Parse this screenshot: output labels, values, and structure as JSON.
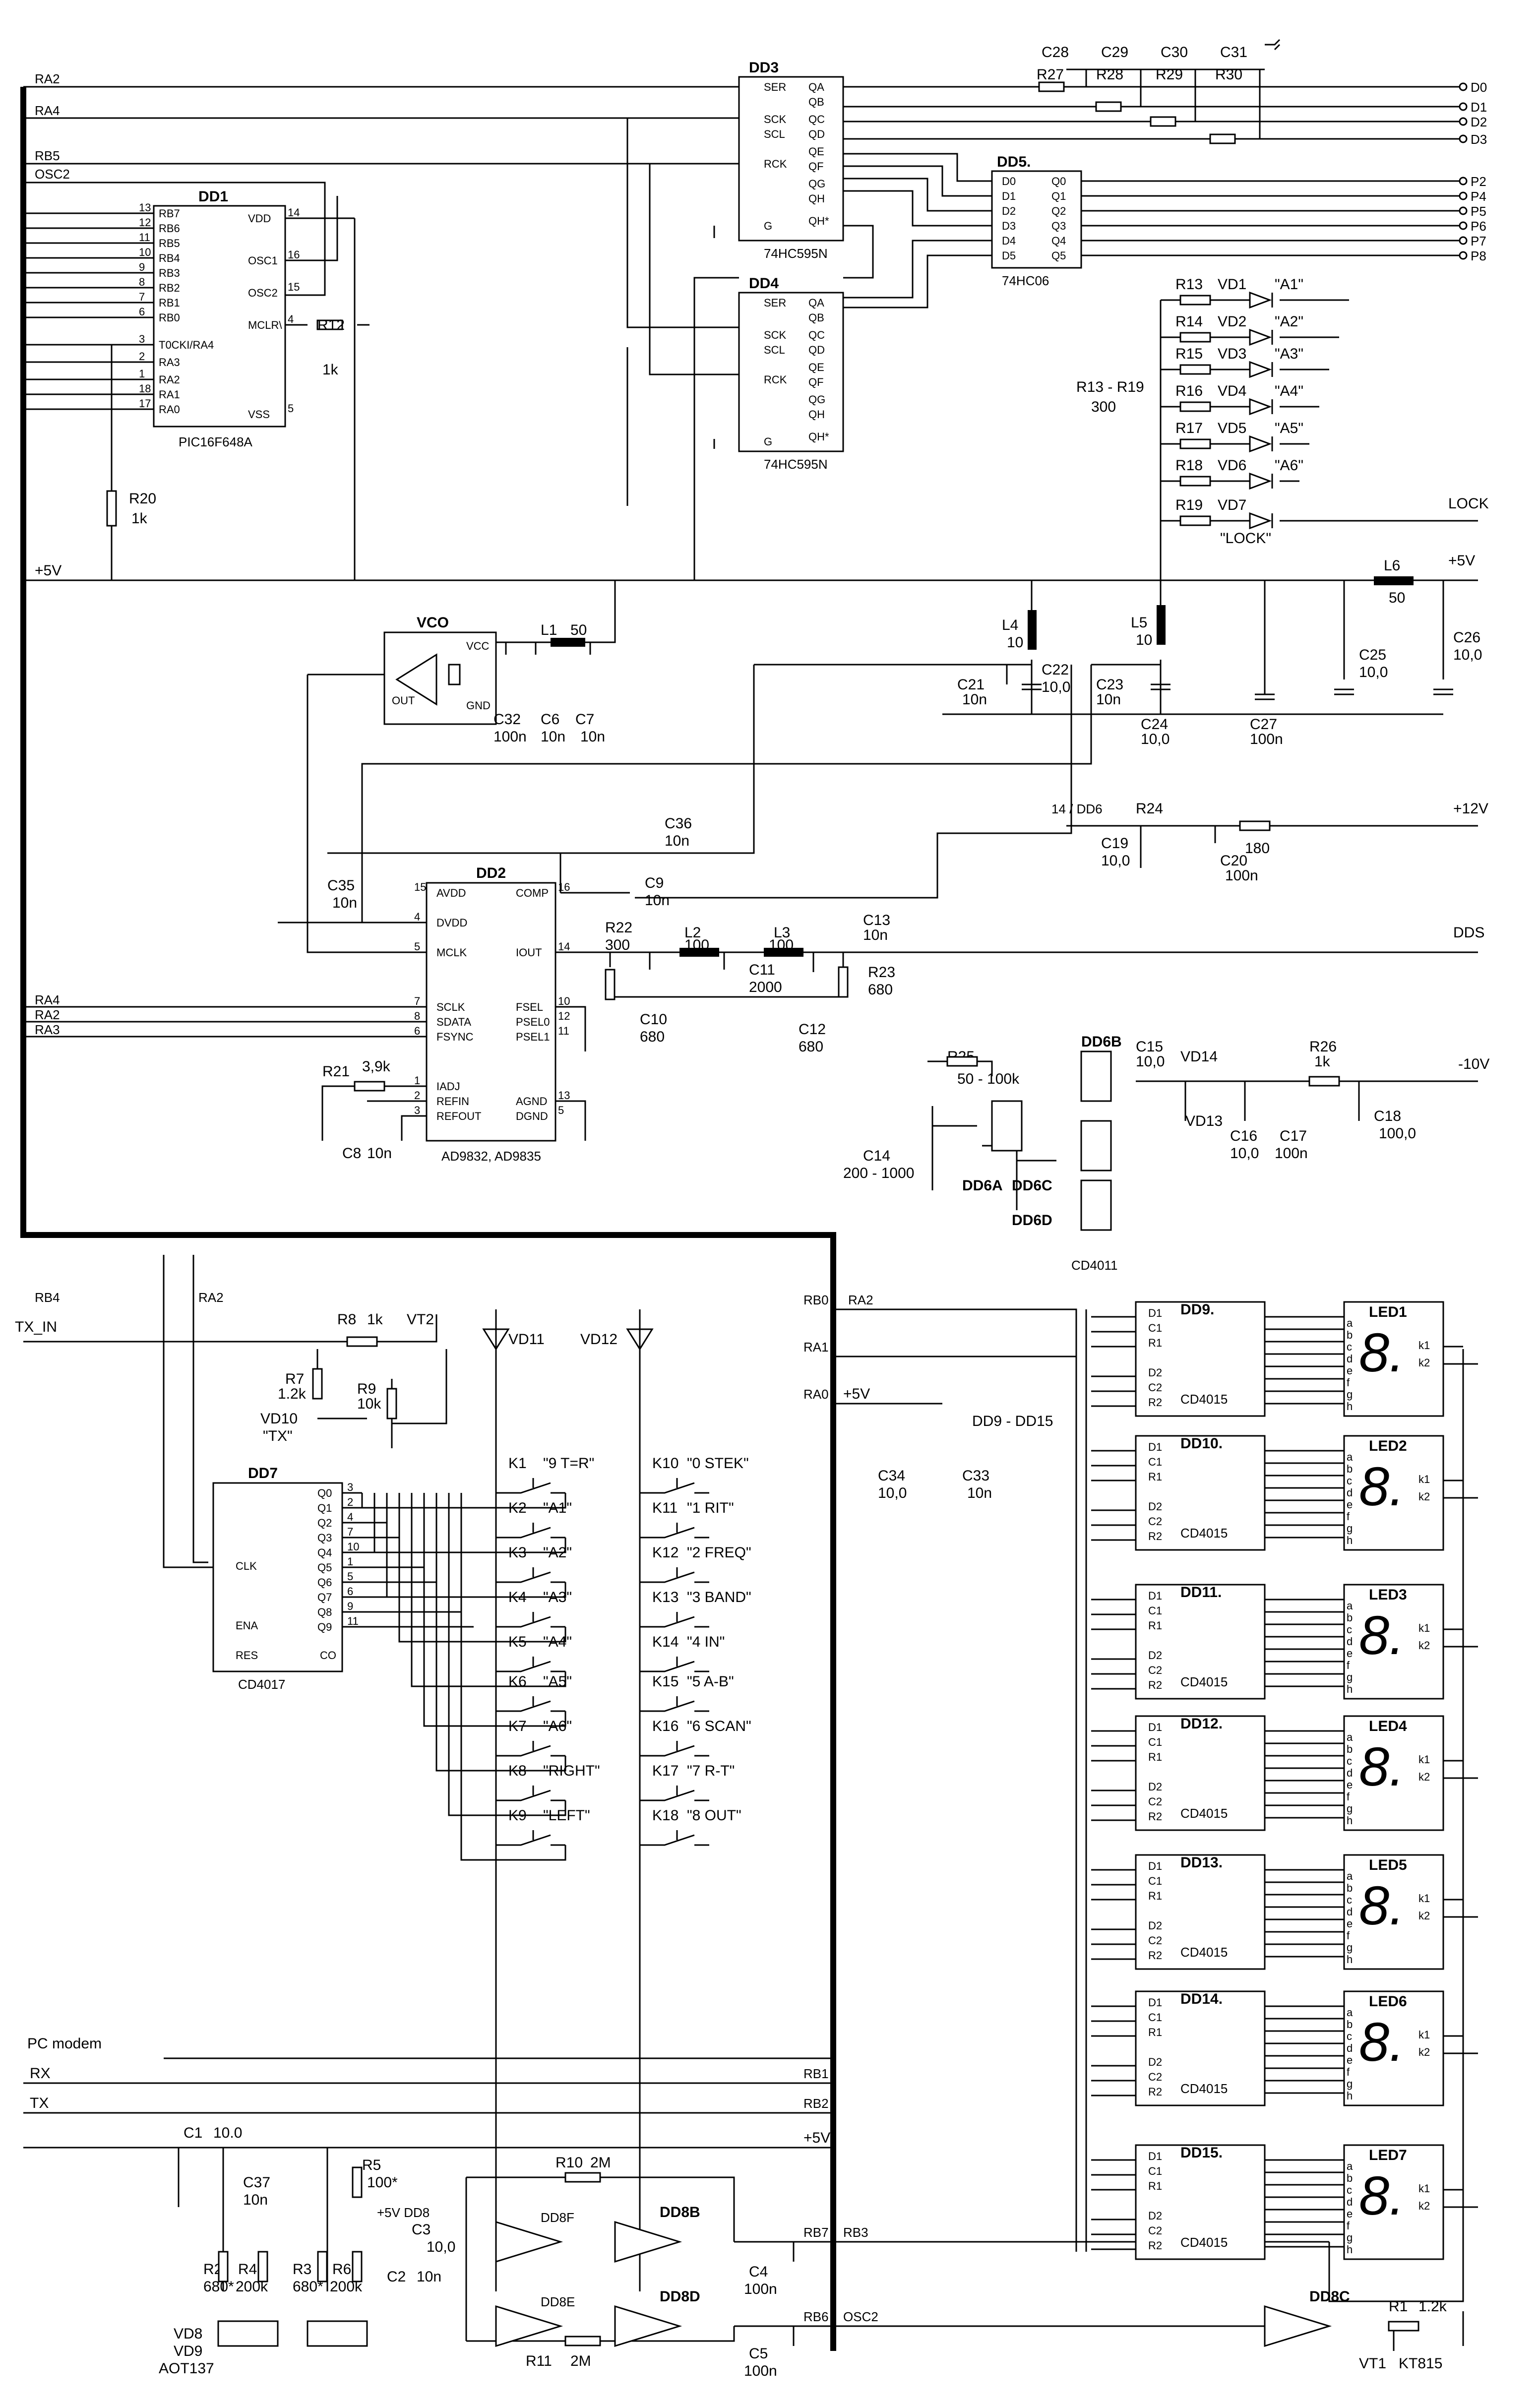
{
  "net_labels": {
    "ra2": "RA2",
    "ra4": "RA4",
    "rb5": "RB5",
    "osc2": "OSC2",
    "rb7": "RB7",
    "rb6": "RB6",
    "rb4": "RB4",
    "rb3": "RB3",
    "rb2": "RB2",
    "rb1": "RB1",
    "rb0": "RB0",
    "ra3": "RA3",
    "ra1": "RA1",
    "ra0": "RA0",
    "plus5": "+5V",
    "plus12": "+12V",
    "minus10": "-10V",
    "dds": "DDS",
    "lock": "LOCK",
    "tx_in": "TX_IN",
    "rx": "RX",
    "tx": "TX",
    "pc_modem": "PC modem",
    "dd6_14": "14 / DD6",
    "dd9_15": "DD9 - DD15",
    "plus5_dd8": "+5V DD8"
  },
  "outputs": {
    "d": [
      "D0",
      "D1",
      "D2",
      "D3"
    ],
    "p": [
      "P2",
      "P4",
      "P5",
      "P6",
      "P7",
      "P8"
    ]
  },
  "chips": {
    "dd1": {
      "ref": "DD1",
      "part": "PIC16F648A",
      "left": [
        "RB7",
        "RB6",
        "RB5",
        "RB4",
        "RB3",
        "RB2",
        "RB1",
        "RB0",
        "T0CKI/RA4",
        "RA3",
        "RA2",
        "RA1",
        "RA0"
      ],
      "left_pins": [
        "13",
        "12",
        "11",
        "10",
        "9",
        "8",
        "7",
        "6",
        "3",
        "2",
        "1",
        "18",
        "17"
      ],
      "right": [
        "VDD",
        "OSC1",
        "OSC2",
        "MCLR\\",
        "VSS"
      ],
      "right_pins": [
        "14",
        "16",
        "15",
        "4",
        "5"
      ]
    },
    "dd3": {
      "ref": "DD3",
      "part": "74HC595N"
    },
    "dd4": {
      "ref": "DD4",
      "part": "74HC595N"
    },
    "sr_left": [
      "SER",
      "SCK",
      "SCL",
      "RCK",
      "G"
    ],
    "sr_right": [
      "QA",
      "QB",
      "QC",
      "QD",
      "QE",
      "QF",
      "QG",
      "QH",
      "QH*"
    ],
    "dd5": {
      "ref": "DD5.",
      "part": "74HC06",
      "d": [
        "D0",
        "D1",
        "D2",
        "D3",
        "D4",
        "D5"
      ],
      "q": [
        "Q0",
        "Q1",
        "Q2",
        "Q3",
        "Q4",
        "Q5"
      ]
    },
    "vco": {
      "ref": "VCO",
      "vcc": "VCC",
      "out": "OUT",
      "gnd": "GND"
    },
    "dd2": {
      "ref": "DD2",
      "part": "AD9832, AD9835",
      "left": [
        "AVDD",
        "DVDD",
        "MCLK",
        "SCLK",
        "SDATA",
        "FSYNC",
        "IADJ",
        "REFIN",
        "REFOUT"
      ],
      "left_pins": [
        "15",
        "4",
        "5",
        "7",
        "8",
        "6",
        "1",
        "2",
        "3"
      ],
      "right": [
        "COMP",
        "IOUT",
        "FSEL",
        "PSEL0",
        "PSEL1",
        "AGND",
        "DGND"
      ],
      "right_pins": [
        "16",
        "14",
        "10",
        "12",
        "11",
        "13",
        "5"
      ]
    },
    "dd6": {
      "a": "DD6A",
      "b": "DD6B",
      "c": "DD6C",
      "d": "DD6D",
      "part": "CD4011"
    },
    "dd7": {
      "ref": "DD7",
      "part": "CD4017",
      "q": [
        "Q0",
        "Q1",
        "Q2",
        "Q3",
        "Q4",
        "Q5",
        "Q6",
        "Q7",
        "Q8",
        "Q9"
      ],
      "q_pins": [
        "3",
        "2",
        "4",
        "7",
        "10",
        "1",
        "5",
        "6",
        "9",
        "11"
      ],
      "clk": "CLK",
      "ena": "ENA",
      "res": "RES",
      "co": "CO"
    },
    "dd8": {
      "b": "DD8B",
      "d": "DD8D",
      "c": "DD8C",
      "e": "DD8E",
      "f": "DD8F"
    },
    "display_drivers": [
      "DD9.",
      "DD10.",
      "DD11.",
      "DD12.",
      "DD13.",
      "DD14.",
      "DD15."
    ],
    "display_part": "CD4015",
    "drv_pins": [
      "D1",
      "C1",
      "R1",
      "D2",
      "C2",
      "R2"
    ],
    "leds": [
      "LED1",
      "LED2",
      "LED3",
      "LED4",
      "LED5",
      "LED6",
      "LED7"
    ],
    "seg_letters": [
      "a",
      "b",
      "c",
      "d",
      "e",
      "f",
      "g",
      "h"
    ],
    "led_k": [
      "k1",
      "k2"
    ],
    "led_glyph": "8."
  },
  "passives": {
    "r27": "R27",
    "r28": "R28",
    "r29": "R29",
    "r30": "R30",
    "c28": "C28",
    "c29": "C29",
    "c30": "C30",
    "c31": "C31",
    "r12": "R12",
    "r12v": "1k",
    "r20": "R20",
    "r20v": "1k",
    "led_r": [
      "R13",
      "R14",
      "R15",
      "R16",
      "R17",
      "R18",
      "R19"
    ],
    "led_vd": [
      "VD1",
      "VD2",
      "VD3",
      "VD4",
      "VD5",
      "VD6",
      "VD7"
    ],
    "led_names": [
      "\"A1\"",
      "\"A2\"",
      "\"A3\"",
      "\"A4\"",
      "\"A5\"",
      "\"A6\"",
      "\"LOCK\""
    ],
    "r13_19": "R13 - R19",
    "r13_19v": "300",
    "l1": "L1",
    "l1v": "50",
    "l4": "L4",
    "l4v": "10",
    "l5": "L5",
    "l5v": "10",
    "l6": "L6",
    "l6v": "50",
    "c32": "C32",
    "c32v": "100n",
    "c6": "C6",
    "c6v": "10n",
    "c7": "C7",
    "c7v": "10n",
    "c21": "C21",
    "c21v": "10n",
    "c22": "C22",
    "c22v": "10,0",
    "c23": "C23",
    "c23v": "10n",
    "c24": "C24",
    "c24v": "10,0",
    "c27": "C27",
    "c27v": "100n",
    "c25": "C25",
    "c25v": "10,0",
    "c26": "C26",
    "c26v": "10,0",
    "c36": "C36",
    "c36v": "10n",
    "c35": "C35",
    "c35v": "10n",
    "c9": "C9",
    "c9v": "10n",
    "r24": "R24",
    "r24v": "180",
    "c19": "C19",
    "c19v": "10,0",
    "c20": "C20",
    "c20v": "100n",
    "r22": "R22",
    "r22v": "300",
    "l2": "L2",
    "l2v": "100",
    "l3": "L3",
    "l3v": "100",
    "c13": "C13",
    "c13v": "10n",
    "c11": "C11",
    "c11v": "2000",
    "r23": "R23",
    "r23v": "680",
    "c10": "C10",
    "c10v": "680",
    "c12": "C12",
    "c12v": "680",
    "r21": "R21",
    "r21v": "3,9k",
    "c8": "C8",
    "c8v": "10n",
    "r25": "R25",
    "r25v": "50 - 100k",
    "c14": "C14",
    "c14v": "200 - 1000",
    "c15": "C15",
    "c15v": "10,0",
    "vd14": "VD14",
    "vd13": "VD13",
    "r26": "R26",
    "r26v": "1k",
    "c16": "C16",
    "c16v": "10,0",
    "c17": "C17",
    "c17v": "100n",
    "c18": "C18",
    "c18v": "100,0",
    "r8": "R8",
    "r8v": "1k",
    "vt2": "VT2",
    "r7": "R7",
    "r7v": "1.2k",
    "r9": "R9",
    "r9v": "10k",
    "vd10": "VD10",
    "vd10n": "\"TX\"",
    "vd11": "VD11",
    "vd12": "VD12",
    "c34": "C34",
    "c34v": "10,0",
    "c33": "C33",
    "c33v": "10n",
    "c1": "C1",
    "c1v": "10.0",
    "c37": "C37",
    "c37v": "10n",
    "r5": "R5",
    "r5v": "100*",
    "r10": "R10",
    "r10v": "2M",
    "r11": "R11",
    "r11v": "2M",
    "c3": "C3",
    "c3v": "10,0",
    "c2": "C2",
    "c2v": "10n",
    "c4": "C4",
    "c4v": "100n",
    "c5": "C5",
    "c5v": "100n",
    "r2": "R2",
    "r2v": "680*",
    "r4": "R4",
    "r4v": "200k",
    "r3": "R3",
    "r3v": "680*",
    "r6": "R6",
    "r6v": "200k",
    "vd8": "VD8",
    "vd9": "VD9",
    "aot": "AOT137",
    "r1": "R1",
    "r1v": "1.2k",
    "vt1": "VT1",
    "kt815": "KT815"
  },
  "keys": {
    "left": [
      {
        "id": "K1",
        "name": "\"9 T=R\""
      },
      {
        "id": "K2",
        "name": "\"A1\""
      },
      {
        "id": "K3",
        "name": "\"A2\""
      },
      {
        "id": "K4",
        "name": "\"A3\""
      },
      {
        "id": "K5",
        "name": "\"A4\""
      },
      {
        "id": "K6",
        "name": "\"A5\""
      },
      {
        "id": "K7",
        "name": "\"A6\""
      },
      {
        "id": "K8",
        "name": "\"RIGHT\""
      },
      {
        "id": "K9",
        "name": "\"LEFT\""
      }
    ],
    "right": [
      {
        "id": "K10",
        "name": "\"0 STEK\""
      },
      {
        "id": "K11",
        "name": "\"1 RIT\""
      },
      {
        "id": "K12",
        "name": "\"2 FREQ\""
      },
      {
        "id": "K13",
        "name": "\"3 BAND\""
      },
      {
        "id": "K14",
        "name": "\"4 IN\""
      },
      {
        "id": "K15",
        "name": "\"5 A-B\""
      },
      {
        "id": "K16",
        "name": "\"6 SCAN\""
      },
      {
        "id": "K17",
        "name": "\"7 R-T\""
      },
      {
        "id": "K18",
        "name": "\"8 OUT\""
      }
    ]
  }
}
